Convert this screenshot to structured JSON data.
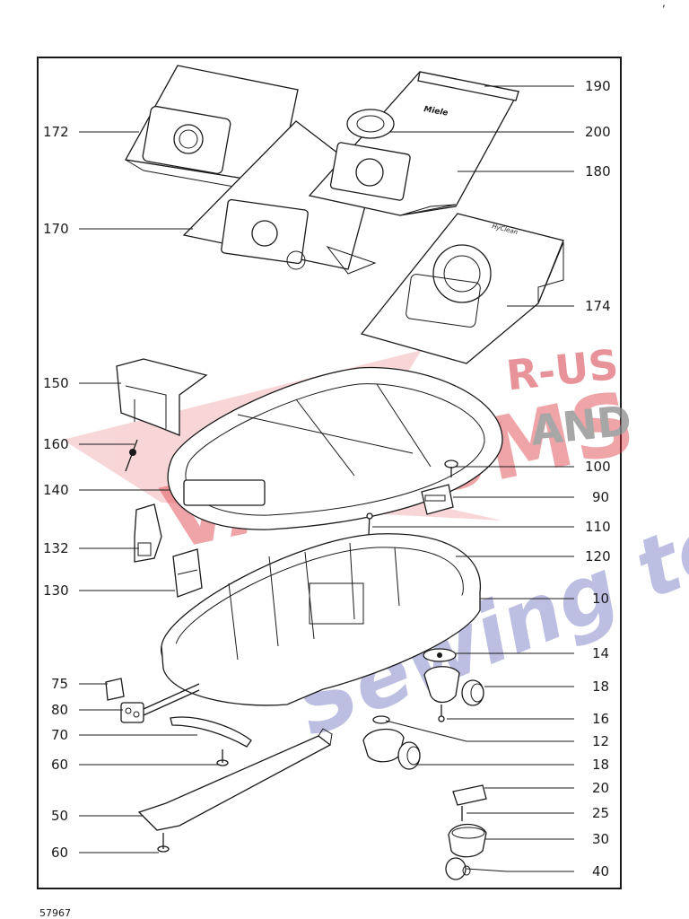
{
  "footer": {
    "drawing_code": "57967",
    "corner_mark": ","
  },
  "watermark": {
    "brand": "VACUUMS",
    "suffix_top": "R-US",
    "suffix_mid": "AND",
    "tagline": "Sewing too",
    "color_red": "#d9232d",
    "color_blue": "#3a44a8"
  },
  "callouts": {
    "p190": "190",
    "p172": "172",
    "p200": "200",
    "p180": "180",
    "p170": "170",
    "p174": "174",
    "p150": "150",
    "p160": "160",
    "p100": "100",
    "p140": "140",
    "p90": "90",
    "p110": "110",
    "p132": "132",
    "p120": "120",
    "p130": "130",
    "p10": "10",
    "p14": "14",
    "p75": "75",
    "p18a": "18",
    "p80": "80",
    "p16": "16",
    "p70": "70",
    "p12": "12",
    "p60a": "60",
    "p18b": "18",
    "p20": "20",
    "p50": "50",
    "p25": "25",
    "p30": "30",
    "p60b": "60",
    "p40": "40"
  },
  "bag_print": {
    "brand": "Miele",
    "label": "HyClean"
  }
}
